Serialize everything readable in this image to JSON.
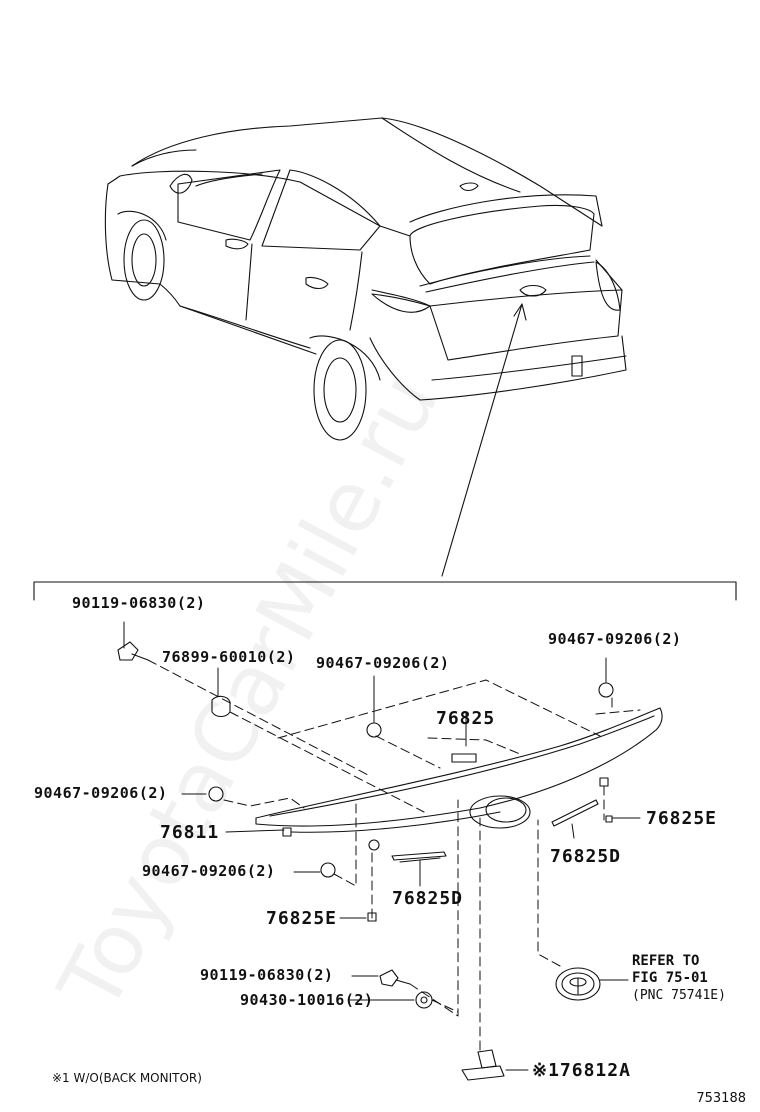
{
  "watermark": "ToyotaCarMile.ru",
  "figure_number": "753188",
  "note": "※1 W/O(BACK MONITOR)",
  "callouts": {
    "c1": "90119-06830(2)",
    "c2": "76899-60010(2)",
    "c3": "90467-09206(2)",
    "c4": "90467-09206(2)",
    "c5": "76825",
    "c6": "90467-09206(2)",
    "c7": "76825E",
    "c8": "76811",
    "c9": "90467-09206(2)",
    "c10": "76825D",
    "c11": "76825D",
    "c12": "76825E",
    "c13": "90119-06830(2)",
    "c14": "90430-10016(2)",
    "c15": "※176812A"
  },
  "refer": {
    "line1": "REFER TO",
    "line2": "FIG 75-01",
    "line3": "(PNC 75741E)"
  }
}
